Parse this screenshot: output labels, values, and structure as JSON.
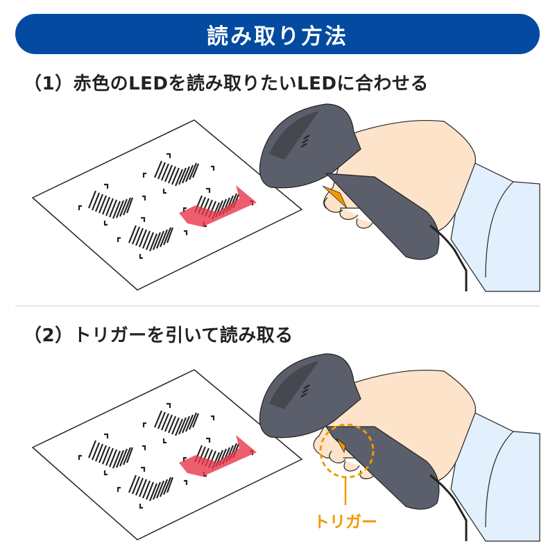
{
  "header": {
    "title": "読み取り方法"
  },
  "steps": [
    {
      "label": "（1）赤色のLEDを読み取りたいLEDに合わせる"
    },
    {
      "label": "（2）トリガーを引いて読み取る",
      "callout": "トリガー"
    }
  ],
  "colors": {
    "banner": "#034aa0",
    "scanner": "#5b5f6b",
    "scanner_dark": "#45484f",
    "skin": "#fde3c9",
    "sleeve": "#e2effc",
    "trigger": "#f39800",
    "laser": "#e8374a",
    "callout": "#f39800"
  },
  "icons": {
    "barcode": "barcode-icon",
    "scanner": "barcode-scanner-icon",
    "hand": "hand-icon"
  }
}
